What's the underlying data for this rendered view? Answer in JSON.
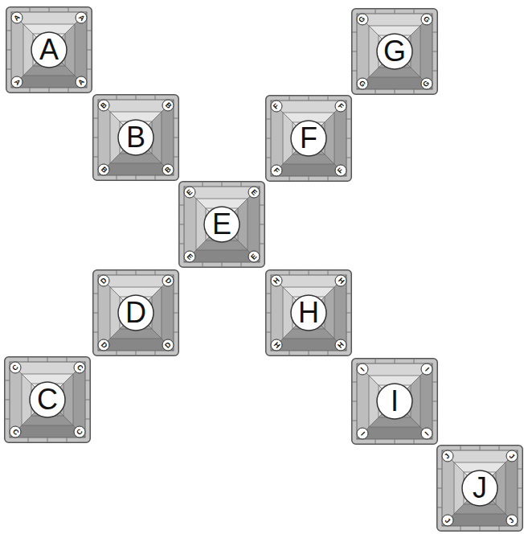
{
  "diagram": {
    "nodes": [
      {
        "text": [
          "A",
          "A",
          "A",
          "A",
          "A"
        ]
      },
      {
        "text": [
          "G",
          "G",
          "G",
          "G",
          "G"
        ]
      },
      {
        "text": [
          "B",
          "B",
          "B",
          "B",
          "B"
        ]
      },
      {
        "text": [
          "F",
          "F",
          "F",
          "F",
          "F"
        ]
      },
      {
        "text": [
          "E",
          "E",
          "E",
          "E",
          "E"
        ]
      },
      {
        "text": [
          "D",
          "D",
          "D",
          "D",
          "D"
        ]
      },
      {
        "text": [
          "H",
          "H",
          "H",
          "H",
          "H"
        ]
      },
      {
        "text": [
          "C",
          "C",
          "C",
          "C",
          "C"
        ]
      },
      {
        "text": [
          "I",
          "I",
          "I",
          "I",
          "I"
        ]
      },
      {
        "text": [
          "J",
          "J",
          "J",
          "J",
          "J"
        ]
      }
    ]
  }
}
